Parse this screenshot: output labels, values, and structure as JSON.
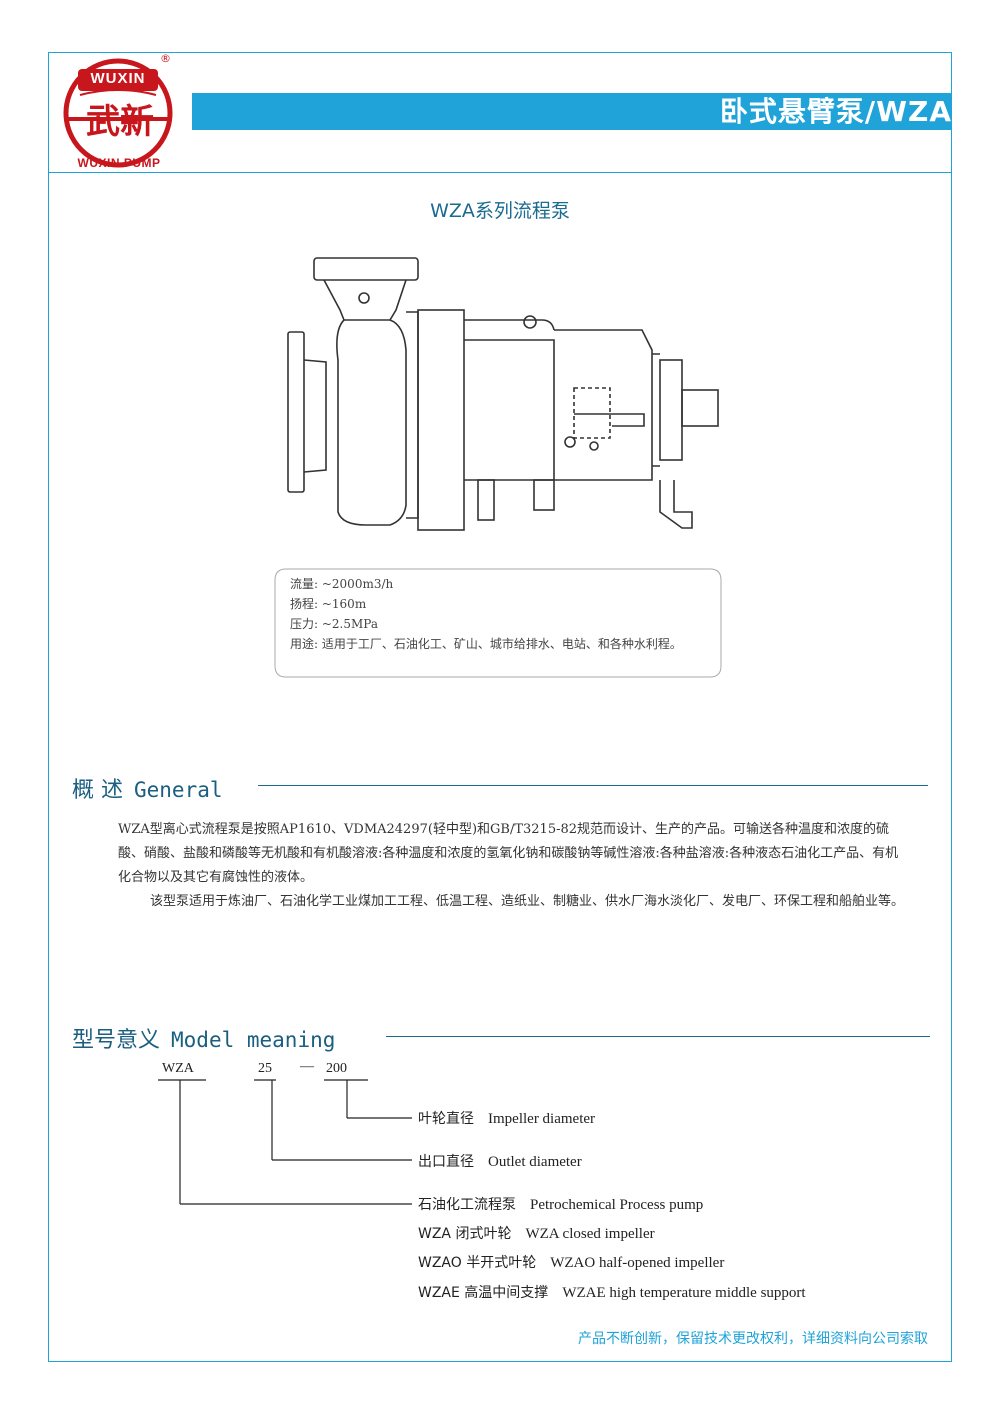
{
  "brand": {
    "logo_text_top": "WUXIN",
    "logo_text_zh": "武新",
    "logo_caption": "WUXIN PUMP",
    "registered": "®",
    "red": "#c8161d",
    "blue": "#1fa3d8"
  },
  "header": {
    "title": "卧式悬臂泵/WZA"
  },
  "product": {
    "title": "WZA系列流程泵"
  },
  "specs": [
    "流量:  ~2000m3/h",
    "扬程:  ~160m",
    "压力:  ~2.5MPa",
    "用途:  适用于工厂、石油化工、矿山、城市给排水、电站、和各种水利程。"
  ],
  "general": {
    "heading_zh": "概 述",
    "heading_en": "General",
    "paragraphs": [
      "WZA型离心式流程泵是按照AP1610、VDMA24297(轻中型)和GB/T3215-82规范而设计、生产的产品。可输送各种温度和浓度的硫酸、硝酸、盐酸和磷酸等无机酸和有机酸溶液:各种温度和浓度的氢氧化钠和碳酸钠等碱性溶液:各种盐溶液:各种液态石油化工产品、有机化合物以及其它有腐蚀性的液体。",
      "该型泵适用于炼油厂、石油化学工业煤加工工程、低温工程、造纸业、制糖业、供水厂海水淡化厂、发电厂、环保工程和船舶业等。"
    ]
  },
  "model": {
    "heading_zh": "型号意义",
    "heading_en": "Model meaning",
    "code": {
      "series": "WZA",
      "outlet": "25",
      "dash": "—",
      "impeller": "200"
    },
    "legend": [
      {
        "zh": "叶轮直径",
        "en": "Impeller  diameter"
      },
      {
        "zh": "出口直径",
        "en": "Outlet  diameter"
      },
      {
        "zh": "石油化工流程泵",
        "en": "Petrochemical  Process  pump"
      },
      {
        "zh": "WZA 闭式叶轮",
        "en": "WZA  closed  impeller"
      },
      {
        "zh": "WZAO 半开式叶轮",
        "en": "WZAO  half-opened  impeller"
      },
      {
        "zh": "WZAE 高温中间支撑",
        "en": "WZAE  high  temperature  middle  support"
      }
    ]
  },
  "footer": {
    "note": "产品不断创新，保留技术更改权利，详细资料向公司索取"
  }
}
